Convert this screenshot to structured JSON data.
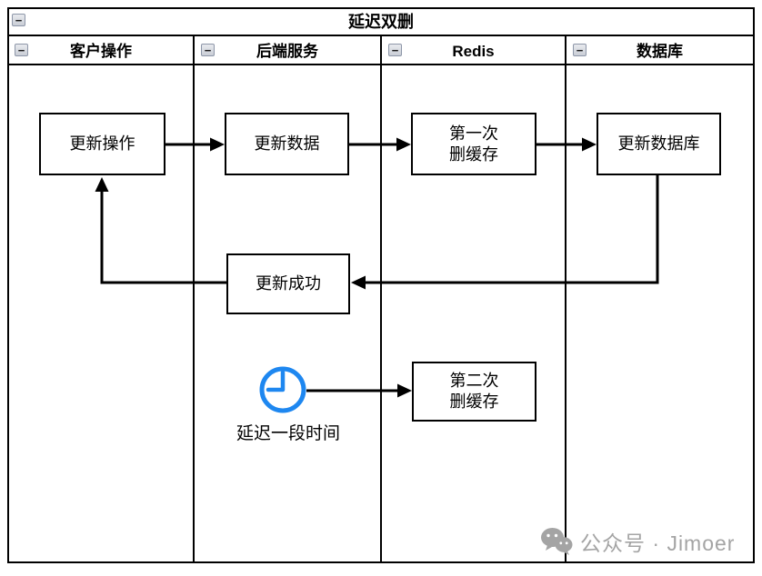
{
  "diagram": {
    "title": "延迟双删"
  },
  "glyphs": {
    "collapse": "−"
  },
  "lanes": [
    {
      "label": "客户操作"
    },
    {
      "label": "后端服务"
    },
    {
      "label": "Redis"
    },
    {
      "label": "数据库"
    }
  ],
  "nodes": {
    "update_operation": "更新操作",
    "update_data": "更新数据",
    "first_cache_delete": "第一次\n删缓存",
    "update_database": "更新数据库",
    "update_success": "更新成功",
    "second_cache_delete": "第二次\n删缓存",
    "delay_caption": "延迟一段时间"
  },
  "watermark": {
    "text": "公众号 · Jimoer"
  },
  "colors": {
    "line": "#000000",
    "clock_blue": "#1E87F0",
    "watermark_gray": "#A4A4A4"
  }
}
